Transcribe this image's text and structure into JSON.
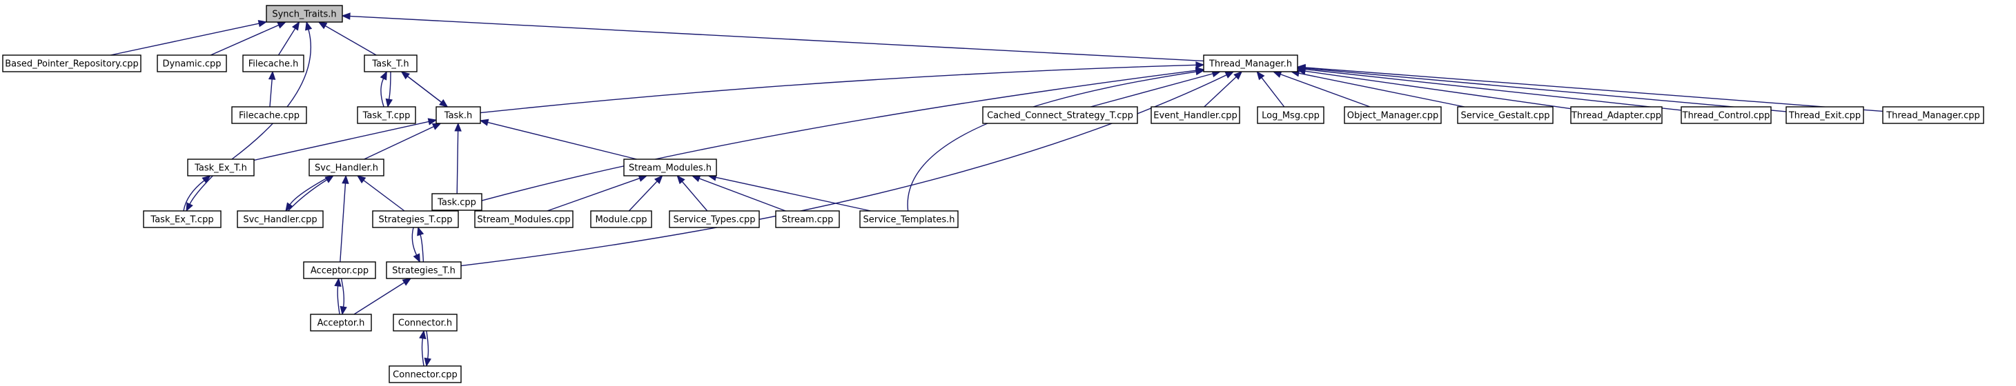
{
  "colors": {
    "edge": "#191970",
    "root_fill": "#bfbfbf",
    "node_fill": "#ffffff",
    "border": "#000000"
  },
  "nodes": [
    {
      "id": "synch_traits_h",
      "label": "Synch_Traits.h",
      "root": true
    },
    {
      "id": "based_pointer_repository_cpp",
      "label": "Based_Pointer_Repository.cpp"
    },
    {
      "id": "dynamic_cpp",
      "label": "Dynamic.cpp"
    },
    {
      "id": "filecache_h",
      "label": "Filecache.h"
    },
    {
      "id": "task_t_h",
      "label": "Task_T.h"
    },
    {
      "id": "thread_manager_h",
      "label": "Thread_Manager.h"
    },
    {
      "id": "filecache_cpp",
      "label": "Filecache.cpp"
    },
    {
      "id": "task_t_cpp",
      "label": "Task_T.cpp"
    },
    {
      "id": "task_h",
      "label": "Task.h"
    },
    {
      "id": "cached_connect_strategy_t_cpp",
      "label": "Cached_Connect_Strategy_T.cpp"
    },
    {
      "id": "event_handler_cpp",
      "label": "Event_Handler.cpp"
    },
    {
      "id": "log_msg_cpp",
      "label": "Log_Msg.cpp"
    },
    {
      "id": "object_manager_cpp",
      "label": "Object_Manager.cpp"
    },
    {
      "id": "service_gestalt_cpp",
      "label": "Service_Gestalt.cpp"
    },
    {
      "id": "thread_adapter_cpp",
      "label": "Thread_Adapter.cpp"
    },
    {
      "id": "thread_control_cpp",
      "label": "Thread_Control.cpp"
    },
    {
      "id": "thread_exit_cpp",
      "label": "Thread_Exit.cpp"
    },
    {
      "id": "thread_manager_cpp",
      "label": "Thread_Manager.cpp"
    },
    {
      "id": "task_ex_t_h",
      "label": "Task_Ex_T.h"
    },
    {
      "id": "svc_handler_h",
      "label": "Svc_Handler.h"
    },
    {
      "id": "task_cpp",
      "label": "Task.cpp"
    },
    {
      "id": "stream_modules_h",
      "label": "Stream_Modules.h"
    },
    {
      "id": "task_ex_t_cpp",
      "label": "Task_Ex_T.cpp"
    },
    {
      "id": "svc_handler_cpp",
      "label": "Svc_Handler.cpp"
    },
    {
      "id": "strategies_t_cpp",
      "label": "Strategies_T.cpp"
    },
    {
      "id": "stream_modules_cpp",
      "label": "Stream_Modules.cpp"
    },
    {
      "id": "module_cpp",
      "label": "Module.cpp"
    },
    {
      "id": "service_types_cpp",
      "label": "Service_Types.cpp"
    },
    {
      "id": "stream_cpp",
      "label": "Stream.cpp"
    },
    {
      "id": "service_templates_h",
      "label": "Service_Templates.h"
    },
    {
      "id": "acceptor_cpp",
      "label": "Acceptor.cpp"
    },
    {
      "id": "strategies_t_h",
      "label": "Strategies_T.h"
    },
    {
      "id": "acceptor_h",
      "label": "Acceptor.h"
    },
    {
      "id": "connector_h",
      "label": "Connector.h"
    },
    {
      "id": "connector_cpp",
      "label": "Connector.cpp"
    }
  ],
  "edges": [
    {
      "from": "based_pointer_repository_cpp",
      "to": "synch_traits_h"
    },
    {
      "from": "dynamic_cpp",
      "to": "synch_traits_h"
    },
    {
      "from": "filecache_h",
      "to": "synch_traits_h"
    },
    {
      "from": "task_t_h",
      "to": "synch_traits_h"
    },
    {
      "from": "thread_manager_h",
      "to": "synch_traits_h"
    },
    {
      "from": "task_ex_t_h",
      "to": "synch_traits_h"
    },
    {
      "from": "filecache_cpp",
      "to": "filecache_h"
    },
    {
      "from": "task_t_cpp",
      "to": "task_t_h"
    },
    {
      "from": "task_h",
      "to": "task_t_h"
    },
    {
      "from": "task_t_h",
      "to": "task_t_cpp"
    },
    {
      "from": "task_t_h",
      "to": "task_h"
    },
    {
      "from": "task_h",
      "to": "thread_manager_h"
    },
    {
      "from": "strategies_t_cpp",
      "to": "thread_manager_h"
    },
    {
      "from": "service_templates_h",
      "to": "thread_manager_h"
    },
    {
      "from": "strategies_t_h",
      "to": "thread_manager_h"
    },
    {
      "from": "cached_connect_strategy_t_cpp",
      "to": "thread_manager_h"
    },
    {
      "from": "event_handler_cpp",
      "to": "thread_manager_h"
    },
    {
      "from": "log_msg_cpp",
      "to": "thread_manager_h"
    },
    {
      "from": "object_manager_cpp",
      "to": "thread_manager_h"
    },
    {
      "from": "service_gestalt_cpp",
      "to": "thread_manager_h"
    },
    {
      "from": "thread_adapter_cpp",
      "to": "thread_manager_h"
    },
    {
      "from": "thread_control_cpp",
      "to": "thread_manager_h"
    },
    {
      "from": "thread_exit_cpp",
      "to": "thread_manager_h"
    },
    {
      "from": "thread_manager_cpp",
      "to": "thread_manager_h"
    },
    {
      "from": "task_ex_t_h",
      "to": "task_h"
    },
    {
      "from": "svc_handler_h",
      "to": "task_h"
    },
    {
      "from": "task_cpp",
      "to": "task_h"
    },
    {
      "from": "stream_modules_h",
      "to": "task_h"
    },
    {
      "from": "task_ex_t_cpp",
      "to": "task_ex_t_h"
    },
    {
      "from": "task_ex_t_h",
      "to": "task_ex_t_cpp"
    },
    {
      "from": "svc_handler_cpp",
      "to": "svc_handler_h"
    },
    {
      "from": "svc_handler_h",
      "to": "svc_handler_cpp"
    },
    {
      "from": "strategies_t_cpp",
      "to": "svc_handler_h"
    },
    {
      "from": "acceptor_cpp",
      "to": "svc_handler_h"
    },
    {
      "from": "stream_modules_cpp",
      "to": "stream_modules_h"
    },
    {
      "from": "module_cpp",
      "to": "stream_modules_h"
    },
    {
      "from": "service_types_cpp",
      "to": "stream_modules_h"
    },
    {
      "from": "stream_cpp",
      "to": "stream_modules_h"
    },
    {
      "from": "service_templates_h",
      "to": "stream_modules_h"
    },
    {
      "from": "strategies_t_h",
      "to": "strategies_t_cpp"
    },
    {
      "from": "strategies_t_cpp",
      "to": "strategies_t_h"
    },
    {
      "from": "acceptor_h",
      "to": "strategies_t_h"
    },
    {
      "from": "acceptor_h",
      "to": "acceptor_cpp"
    },
    {
      "from": "acceptor_cpp",
      "to": "acceptor_h"
    },
    {
      "from": "connector_cpp",
      "to": "connector_h"
    },
    {
      "from": "connector_h",
      "to": "connector_cpp"
    }
  ]
}
